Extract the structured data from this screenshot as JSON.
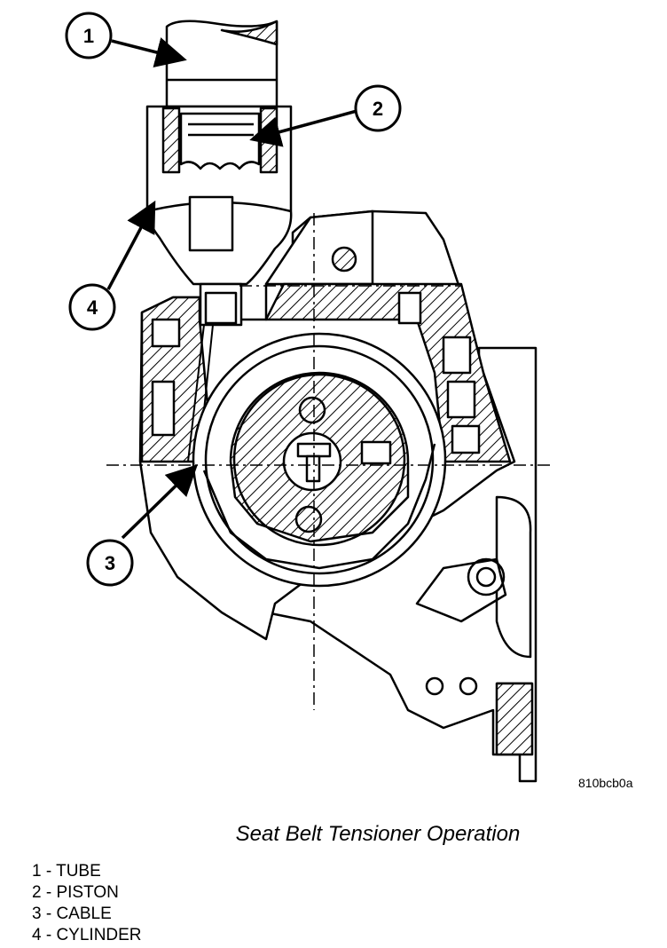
{
  "figure_code": "810bcb0a",
  "caption": "Seat Belt Tensioner Operation",
  "callouts": [
    "1",
    "2",
    "3",
    "4"
  ],
  "legend": [
    "1 - TUBE",
    "2 - PISTON",
    "3 - CABLE",
    "4 - CYLINDER"
  ]
}
